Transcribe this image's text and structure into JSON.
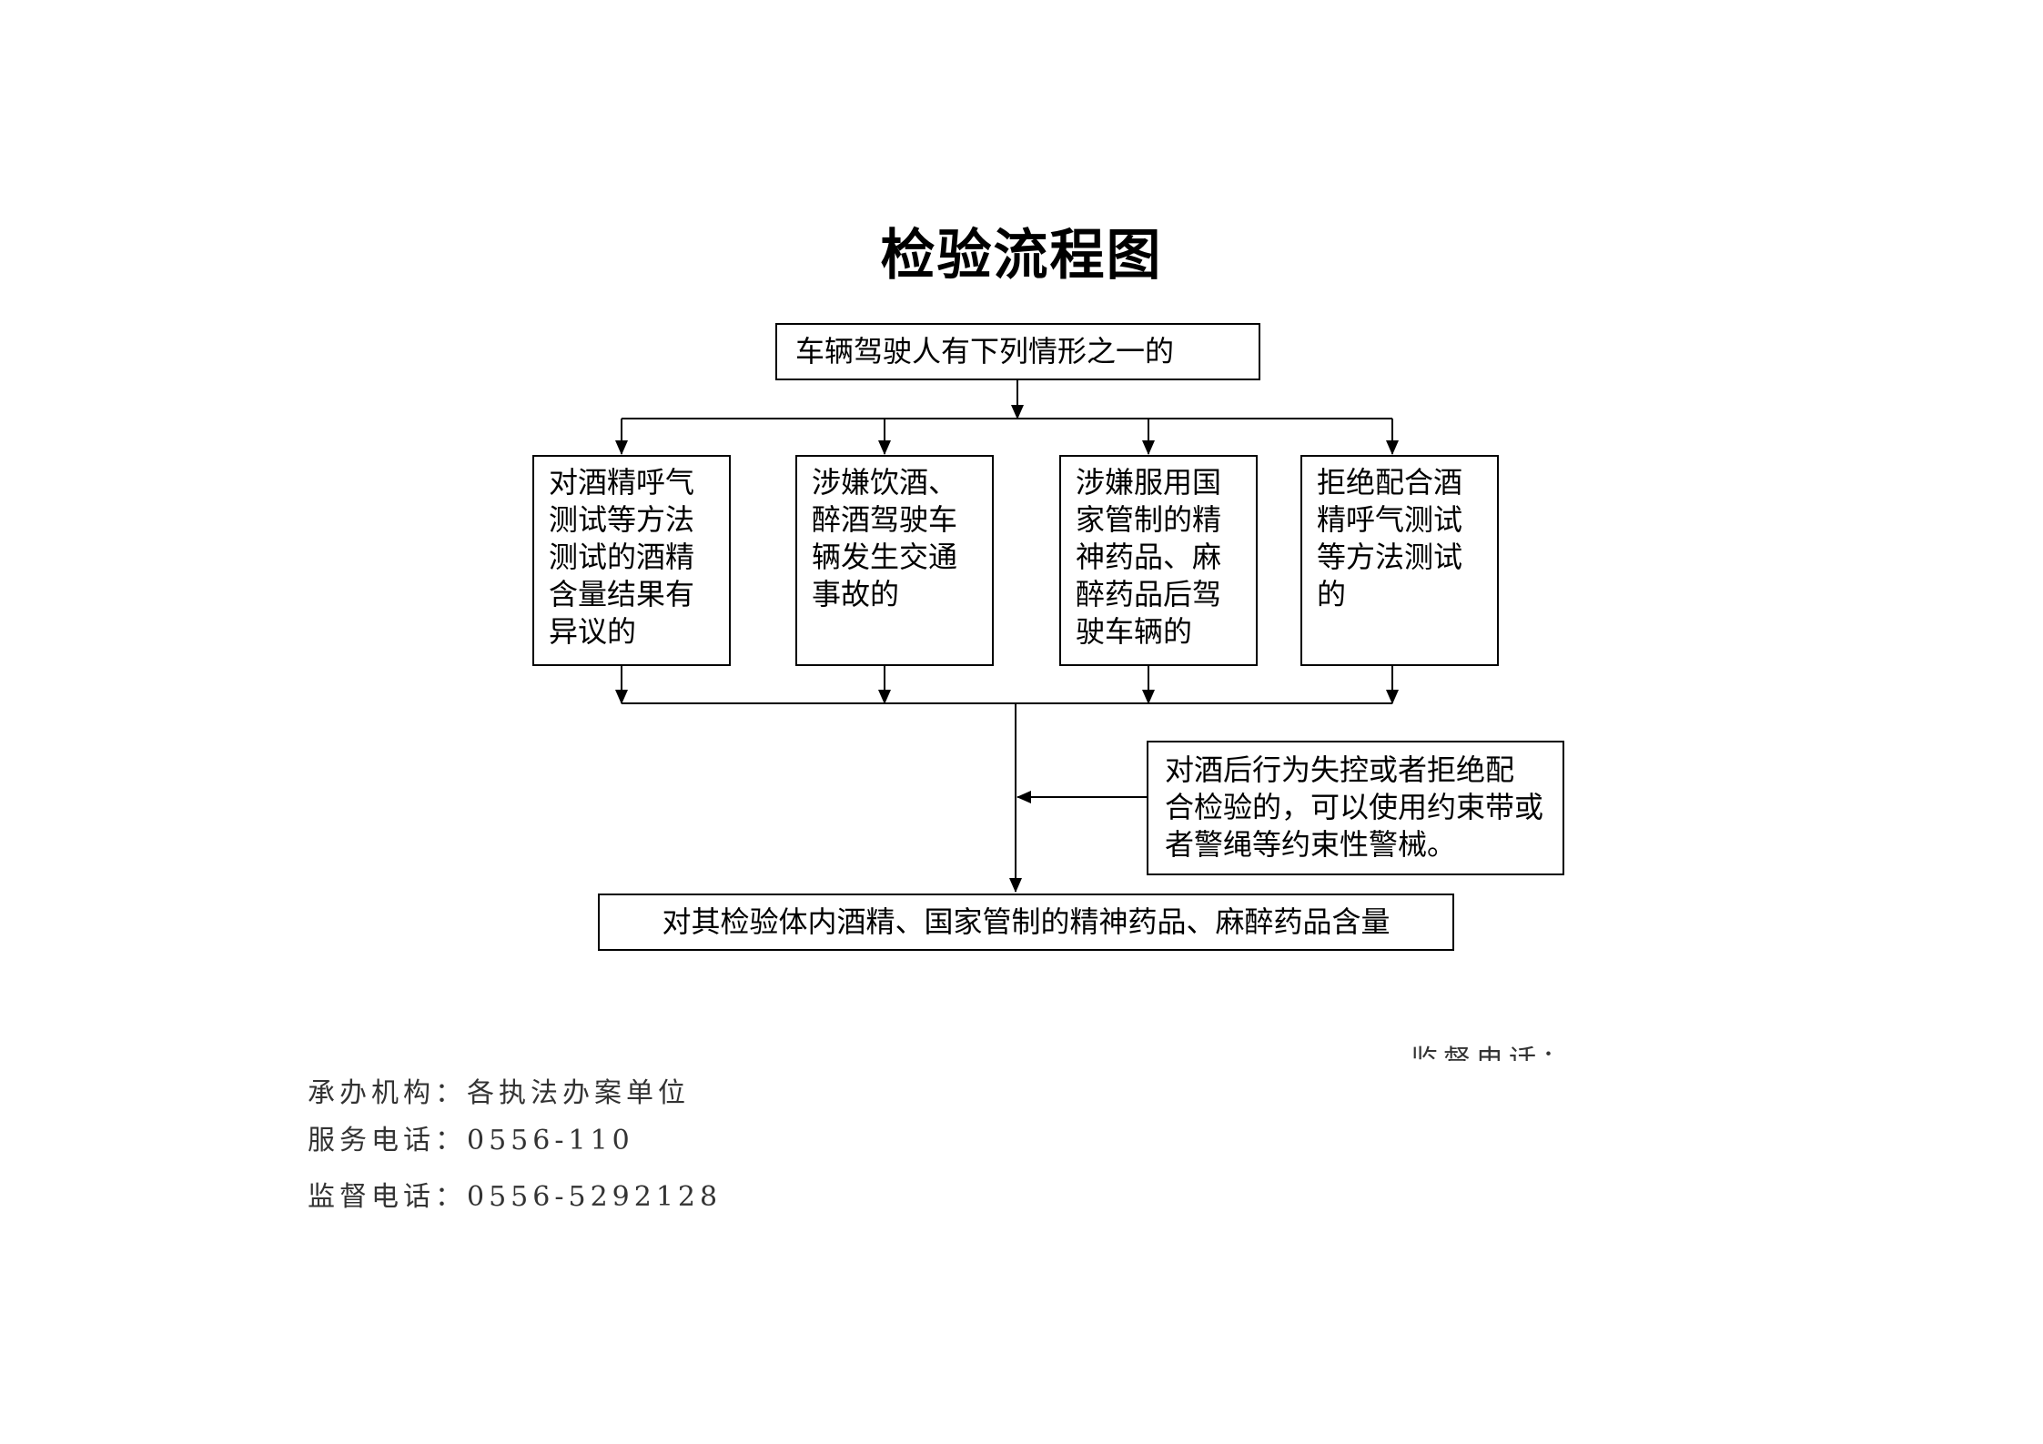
{
  "title": "检验流程图",
  "flowchart": {
    "start": "车辆驾驶人有下列情形之一的",
    "conditions": [
      "对酒精呼气\n测试等方法\n测试的酒精\n含量结果有\n异议的",
      "涉嫌饮酒、\n醉酒驾驶车\n辆发生交通\n事故的",
      "涉嫌服用国\n家管制的精\n神药品、麻\n醉药品后驾\n驶车辆的",
      "拒绝配合酒\n精呼气测试\n等方法测试\n的"
    ],
    "side_note": "对酒后行为失控或者拒绝配\n合检验的，可以使用约束带或\n者警绳等约束性警械。",
    "result": "对其检验体内酒精、国家管制的精神药品、麻醉药品含量"
  },
  "clipped_text": "监督电话：",
  "footer": {
    "org": "承办机构：各执法办案单位",
    "service_phone": "服务电话：0556-110",
    "supervise_phone": "监督电话：0556-5292128"
  }
}
